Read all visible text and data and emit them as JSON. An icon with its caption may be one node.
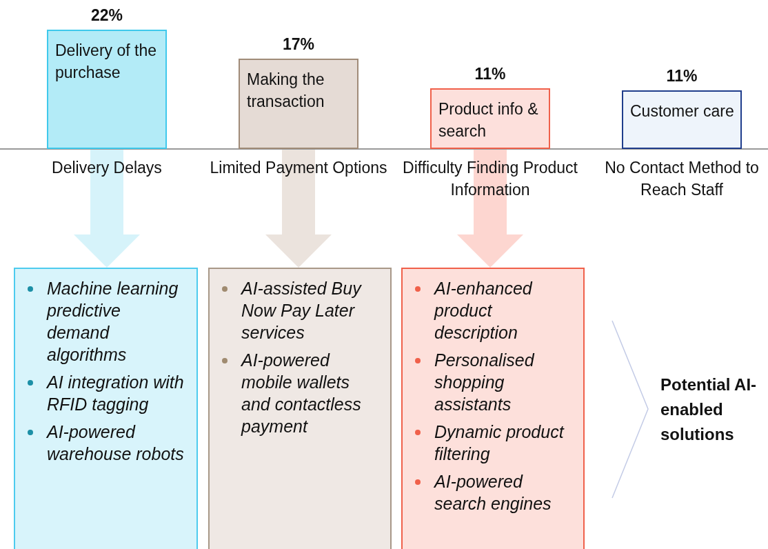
{
  "diagram": {
    "nodes": [
      {
        "text": [
          "Delivery of the purchase"
        ],
        "beside": [
          "22%",
          "Delivery Delays"
        ]
      },
      {
        "text": [
          "Making the transaction"
        ],
        "beside": [
          "17%",
          "Limited Payment Options"
        ]
      },
      {
        "text": [
          "Product info & search"
        ],
        "beside": [
          "11%",
          "Difficulty Finding Product Information"
        ]
      },
      {
        "text": [
          "Customer care"
        ],
        "beside": [
          "11%",
          "No Contact Method to Reach Staff"
        ]
      },
      {
        "text": [
          "Machine learning predictive demand algorithms",
          "AI integration with RFID tagging",
          "AI-powered warehouse robots"
        ]
      },
      {
        "text": [
          "AI-assisted Buy Now Pay Later services",
          "AI-powered mobile wallets and contactless payment"
        ]
      },
      {
        "text": [
          "AI-enhanced product description",
          "Personalised shopping assistants",
          "Dynamic product filtering",
          "AI-powered search engines"
        ]
      }
    ],
    "edges": [
      {
        "from": 0,
        "to": 4,
        "arrow": "to",
        "style": "thick",
        "color": "#d6f3fa"
      },
      {
        "from": 1,
        "to": 5,
        "arrow": "to",
        "style": "thick",
        "color": "#ebe3dd"
      },
      {
        "from": 2,
        "to": 6,
        "arrow": "to",
        "style": "thick",
        "color": "#fdd6d0"
      }
    ],
    "labels": [
      "Potential AI-enabled solutions"
    ]
  }
}
